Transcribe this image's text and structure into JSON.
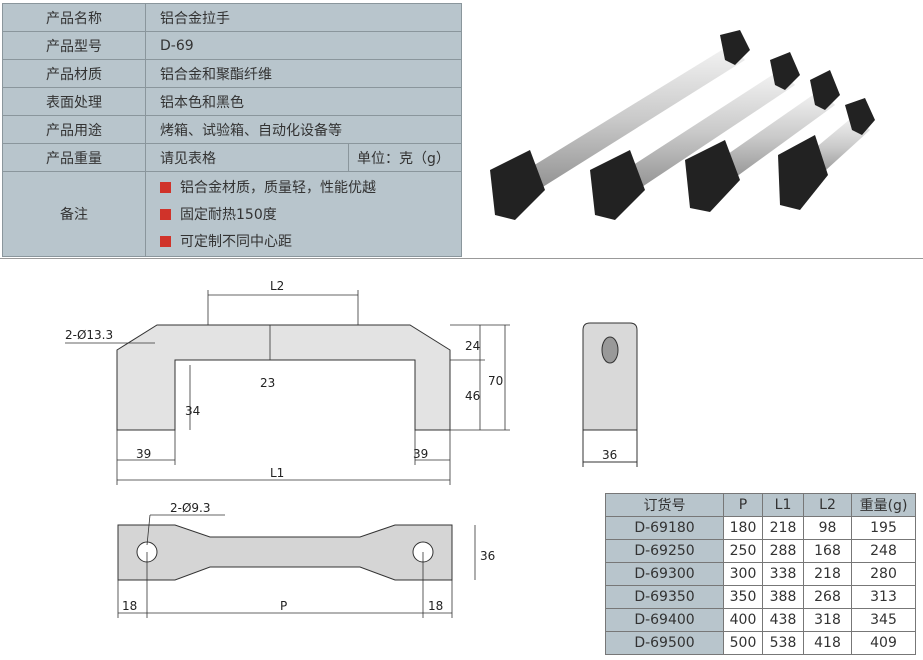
{
  "spec": {
    "rows": [
      {
        "key": "产品名称",
        "value": "铝合金拉手"
      },
      {
        "key": "产品型号",
        "value": "D-69"
      },
      {
        "key": "产品材质",
        "value": "铝合金和聚酯纤维"
      },
      {
        "key": "表面处理",
        "value": "铝本色和黑色"
      },
      {
        "key": "产品用途",
        "value": "烤箱、试验箱、自动化设备等"
      }
    ],
    "weight": {
      "key": "产品重量",
      "value": "请见表格",
      "unit": "单位：克（g）"
    },
    "notes": {
      "key": "备注",
      "items": [
        "铝合金材质，质量轻，性能优越",
        "固定耐热150度",
        "可定制不同中心距"
      ]
    }
  },
  "drawing": {
    "L2": "L2",
    "hole_top": "2-Ø13.3",
    "d23": "23",
    "d34": "34",
    "d24": "24",
    "d46": "46",
    "d70": "70",
    "d39a": "39",
    "d39b": "39",
    "L1": "L1",
    "d36side": "36",
    "hole_bottom": "2-Ø9.3",
    "d36": "36",
    "d18a": "18",
    "P": "P",
    "d18b": "18"
  },
  "order": {
    "headers": [
      "订货号",
      "P",
      "L1",
      "L2",
      "重量(g)"
    ],
    "rows": [
      [
        "D-69180",
        "180",
        "218",
        "98",
        "195"
      ],
      [
        "D-69250",
        "250",
        "288",
        "168",
        "248"
      ],
      [
        "D-69300",
        "300",
        "338",
        "218",
        "280"
      ],
      [
        "D-69350",
        "350",
        "388",
        "268",
        "313"
      ],
      [
        "D-69400",
        "400",
        "438",
        "318",
        "345"
      ],
      [
        "D-69500",
        "500",
        "538",
        "418",
        "409"
      ]
    ]
  }
}
